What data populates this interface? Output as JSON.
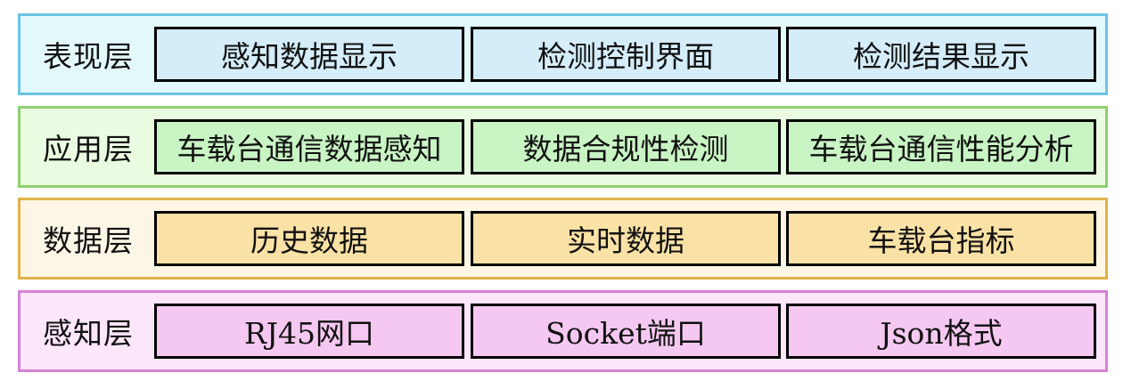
{
  "colors": {
    "presentation": {
      "border": "#6cc3e3",
      "fill": "#e3f8fb",
      "cell": "#d5edf9"
    },
    "application": {
      "border": "#8fd070",
      "fill": "#e9fbe1",
      "cell": "#c9f4c4"
    },
    "data": {
      "border": "#e0b34a",
      "fill": "#fdf6e6",
      "cell": "#fae2a6"
    },
    "perception": {
      "border": "#d483d6",
      "fill": "#fbe6fa",
      "cell": "#f5c8f1"
    },
    "cell_border": "#000000"
  },
  "layers": [
    {
      "label": "表现层",
      "items": [
        "感知数据显示",
        "检测控制界面",
        "检测结果显示"
      ]
    },
    {
      "label": "应用层",
      "items": [
        "车载台通信数据感知",
        "数据合规性检测",
        "车载台通信性能分析"
      ]
    },
    {
      "label": "数据层",
      "items": [
        "历史数据",
        "实时数据",
        "车载台指标"
      ]
    },
    {
      "label": "感知层",
      "items": [
        "RJ45网口",
        "Socket端口",
        "Json格式"
      ]
    }
  ]
}
